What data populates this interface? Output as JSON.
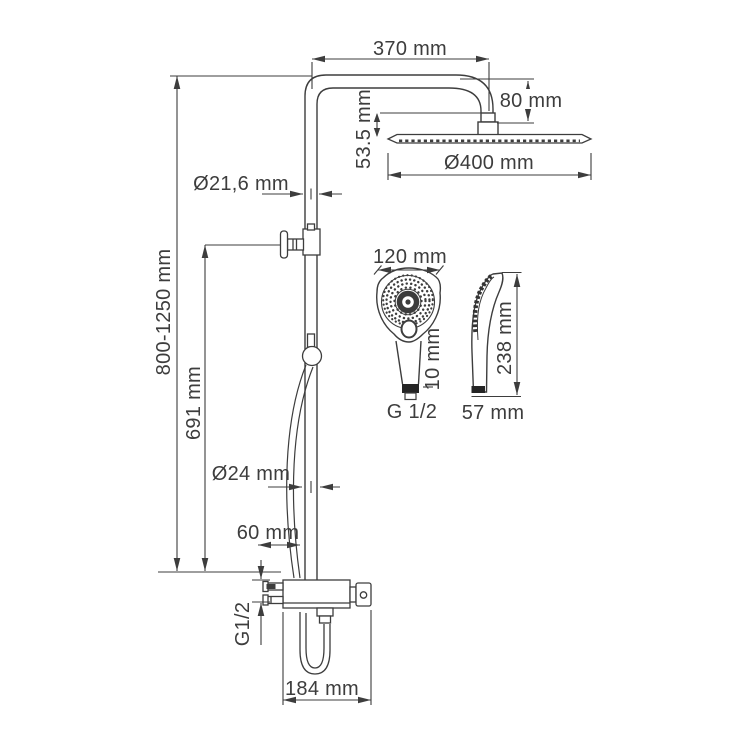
{
  "labels": {
    "arm_length": "370 mm",
    "arm_drop": "80 mm",
    "head_height": "53.5 mm",
    "head_diameter": "Ø400 mm",
    "upper_pipe_diameter": "Ø21,6 mm",
    "column_height": "800-1250 mm",
    "rail_height": "691 mm",
    "handshower_width": "120 mm",
    "handshower_outlet": "10 mm",
    "handshower_thread": "G 1/2",
    "handshower_length": "238 mm",
    "handshower_depth": "57 mm",
    "lower_pipe_diameter": "Ø24 mm",
    "wall_offset": "60 mm",
    "inlet_thread": "G1/2",
    "mixer_width": "184 mm"
  },
  "colors": {
    "line": "#3d3d3d",
    "dark_fill": "#2a2a2a",
    "background": "#ffffff"
  }
}
